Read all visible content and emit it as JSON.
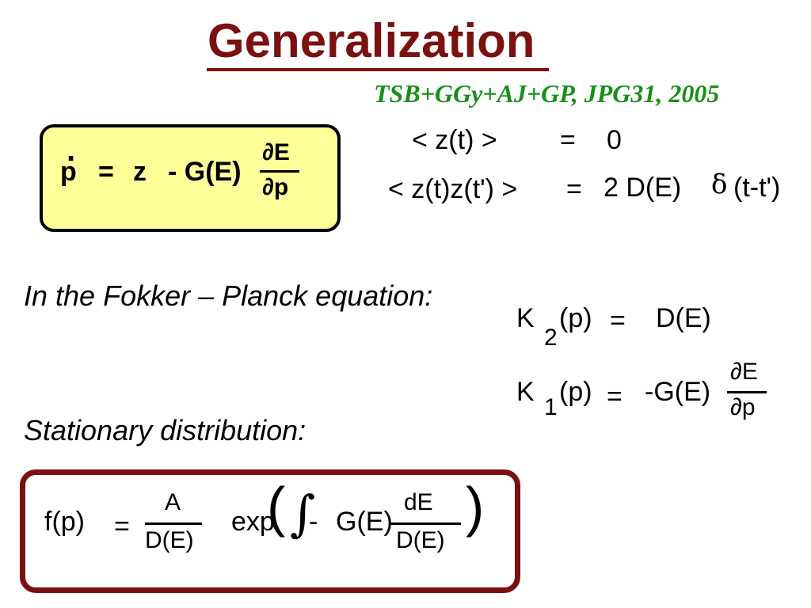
{
  "title": "Generalization",
  "citation": "TSB+GGy+AJ+GP, JPG31, 2005",
  "box_equation": {
    "dot": ".",
    "lhs": "p",
    "eq": "=",
    "z": "z",
    "minus_g": "- G(E)",
    "num": "∂E",
    "den": "∂p"
  },
  "noise": {
    "line1_lhs": "< z(t) >",
    "line1_eq": "=",
    "line1_rhs": "0",
    "line2_lhs": "< z(t)z(t') >",
    "line2_eq": "=",
    "line2_rhs": "2 D(E)",
    "delta_symbol": "δ",
    "line2_tail": "(t-t')"
  },
  "fokker_planck_label": "In the Fokker – Planck equation:",
  "k2": {
    "k": "K",
    "sub": "2",
    "arg": "(p)",
    "eq": "=",
    "rhs": "D(E)"
  },
  "k1": {
    "k": "K",
    "sub": "1",
    "arg": "(p)",
    "eq": "=",
    "rhs": "-G(E)",
    "num": "∂E",
    "den": "∂p"
  },
  "stationary_label": "Stationary distribution:",
  "stationary": {
    "lhs": "f(p)",
    "eq": "=",
    "num_a": "A",
    "den_a": "D(E)",
    "exp": "exp",
    "lparen": "(",
    "integral": "∫",
    "minus": "-",
    "g": "G(E)",
    "num_de": "dE",
    "den_de": "D(E)",
    "rparen": ")"
  }
}
